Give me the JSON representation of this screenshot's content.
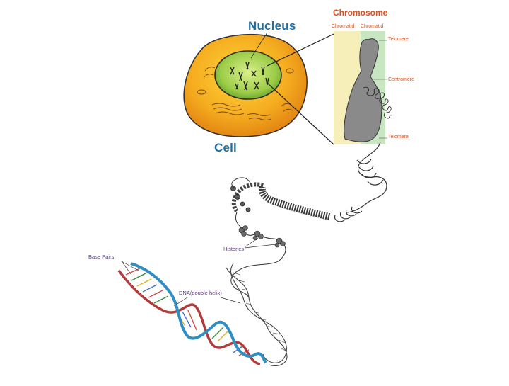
{
  "colors": {
    "title_blue": "#1f6fa3",
    "orange_label": "#d9501e",
    "purple_label": "#5a3a78",
    "cytoplasm": "#f2a51e",
    "nucleus": "#8fc43e",
    "chromatid_band": "#f7efb9",
    "chromatid_band_2": "#c8e6c1",
    "chromosome_gray": "#8a8a8a",
    "dna_blue": "#2f8fc4",
    "dna_red": "#b23a3a"
  },
  "labels": {
    "nucleus": "Nucleus",
    "cell": "Cell",
    "chromosome": "Chromosome",
    "chromatid_left": "Chromatid",
    "chromatid_right": "Chromatid",
    "telomere_top": "Telomere",
    "centromere": "Centromere",
    "telomere_bottom": "Telomere",
    "histones": "Histones",
    "base_pairs": "Base Pairs",
    "dna": "DNA(double helix)"
  }
}
